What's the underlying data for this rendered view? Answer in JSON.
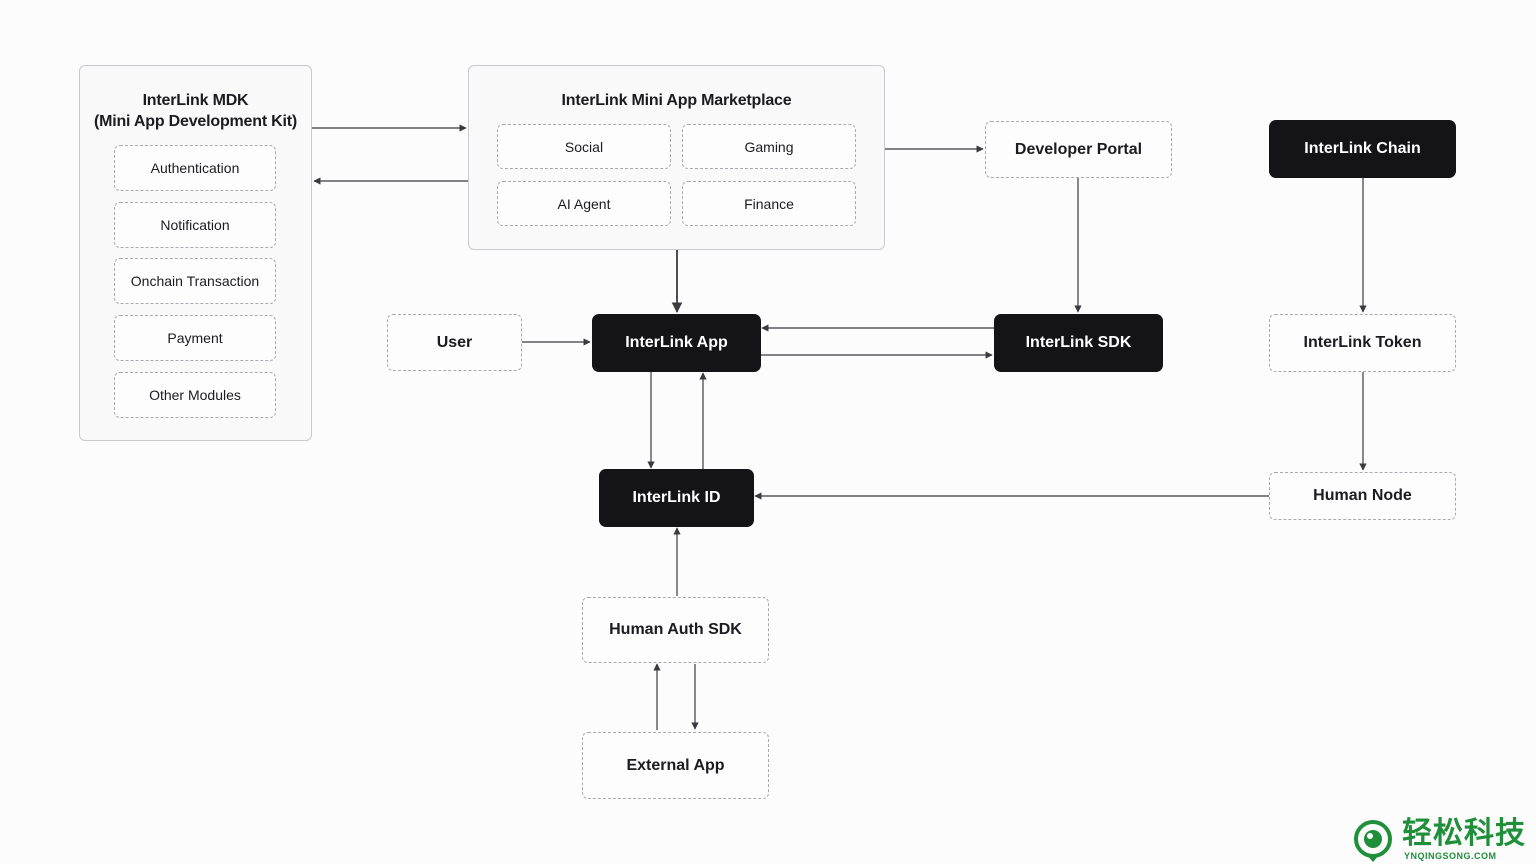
{
  "mdk": {
    "title_line1": "InterLink MDK",
    "title_line2": "(Mini App Development Kit)",
    "modules": [
      "Authentication",
      "Notification",
      "Onchain Transaction",
      "Payment",
      "Other Modules"
    ]
  },
  "marketplace": {
    "title": "InterLink Mini App Marketplace",
    "categories": [
      "Social",
      "Gaming",
      "AI Agent",
      "Finance"
    ]
  },
  "nodes": {
    "developer_portal": "Developer Portal",
    "chain": "InterLink Chain",
    "user": "User",
    "app": "InterLink App",
    "sdk": "InterLink SDK",
    "token": "InterLink Token",
    "id": "InterLink ID",
    "human_node": "Human Node",
    "human_auth_sdk": "Human Auth SDK",
    "external_app": "External App"
  },
  "watermark": {
    "text_cn": "轻松科技",
    "text_en": "YNQINGSONG.COM"
  },
  "colors": {
    "dark_node": "#141417",
    "dashed_border": "#a9a9b0",
    "edge": "#3a3a40",
    "watermark_green": "#1f8f3a"
  }
}
